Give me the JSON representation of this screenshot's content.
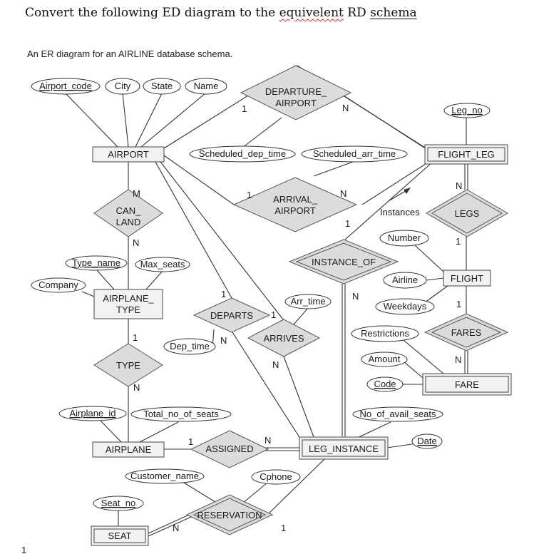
{
  "heading": {
    "part1": "Convert the following ED diagram to the ",
    "part2": "equivelent",
    "part3": " RD ",
    "part4": "schema"
  },
  "caption": "An ER diagram for an AIRLINE database schema.",
  "page_mark": "1",
  "entities": {
    "airport": "AIRPORT",
    "flight_leg": "FLIGHT_LEG",
    "airplane_type": "AIRPLANE_\nTYPE",
    "flight": "FLIGHT",
    "fare": "FARE",
    "airplane": "AIRPLANE",
    "leg_instance": "LEG_INSTANCE",
    "seat": "SEAT"
  },
  "relationships": {
    "departure_airport": "DEPARTURE_\nAIRPORT",
    "arrival_airport": "ARRIVAL_\nAIRPORT",
    "legs": "LEGS",
    "can_land": "CAN_\nLAND",
    "instance_of": "INSTANCE_OF",
    "departs": "DEPARTS",
    "arrives": "ARRIVES",
    "fares": "FARES",
    "type": "TYPE",
    "assigned": "ASSIGNED",
    "reservation": "RESERVATION"
  },
  "attributes": {
    "airport_code": "Airport_code",
    "city": "City",
    "state": "State",
    "name": "Name",
    "leg_no": "Leg_no",
    "scheduled_dep_time": "Scheduled_dep_time",
    "scheduled_arr_time": "Scheduled_arr_time",
    "number": "Number",
    "airline": "Airline",
    "weekdays": "Weekdays",
    "type_name": "Type_name",
    "max_seats": "Max_seats",
    "company": "Company",
    "arr_time": "Arr_time",
    "dep_time": "Dep_time",
    "restrictions": "Restrictions",
    "amount": "Amount",
    "code": "Code",
    "airplane_id": "Airplane_id",
    "total_no_of_seats": "Total_no_of_seats",
    "no_of_avail_seats": "No_of_avail_seats",
    "date": "Date",
    "customer_name": "Customer_name",
    "cphone": "Cphone",
    "seat_no": "Seat_no"
  },
  "annotations": {
    "instances": "Instances"
  },
  "cardinalities": {
    "dep_airport_1": "1",
    "dep_airport_n": "N",
    "arr_airport_1": "1",
    "arr_airport_n": "N",
    "legs_n": "N",
    "legs_1": "1",
    "instance_of_1": "1",
    "instance_of_n": "N",
    "can_land_m": "M",
    "can_land_n": "N",
    "departs_1": "1",
    "departs_n": "N",
    "arrives_1": "1",
    "arrives_n": "N",
    "fares_1": "1",
    "fares_n": "N",
    "type_1": "1",
    "type_n": "N",
    "assigned_1": "1",
    "assigned_n": "N",
    "reservation_n": "N",
    "reservation_1": "1"
  }
}
